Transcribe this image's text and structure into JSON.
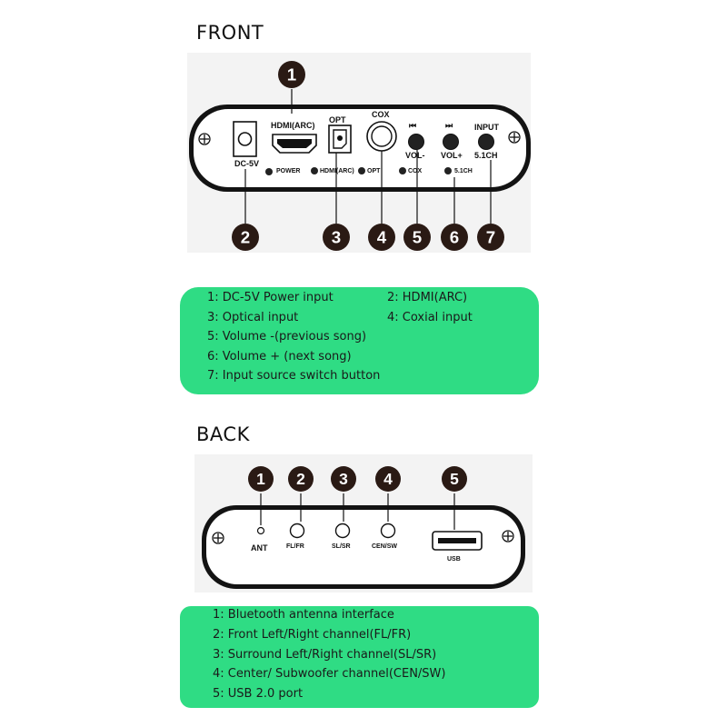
{
  "front": {
    "title": "FRONT",
    "labels": {
      "dc": "DC-5V",
      "hdmi": "HDMI(ARC)",
      "opt": "OPT",
      "cox": "COX",
      "prev_symbol": "⏮",
      "next_symbol": "⏭",
      "input": "INPUT",
      "vol_minus": "VOL-",
      "vol_plus": "VOL+",
      "ch51": "5.1CH",
      "led_power": "POWER",
      "led_hdmi": "HDMI(ARC)",
      "led_opt": "OPT",
      "led_cox": "COX",
      "led_51": "5.1CH"
    },
    "callouts": [
      "1",
      "2",
      "3",
      "4",
      "5",
      "6",
      "7"
    ],
    "legend": [
      "1: DC-5V Power input",
      "2: HDMI(ARC)",
      "3: Optical input",
      "4: Coxial input",
      "5: Volume -(previous song)",
      "6: Volume + (next song)",
      "7: Input source switch button"
    ]
  },
  "back": {
    "title": "BACK",
    "labels": {
      "ant": "ANT",
      "flfr": "FL/FR",
      "slsr": "SL/SR",
      "censw": "CEN/SW",
      "usb": "USB"
    },
    "callouts": [
      "1",
      "2",
      "3",
      "4",
      "5"
    ],
    "legend": [
      "1: Bluetooth antenna interface",
      "2: Front Left/Right channel(FL/FR)",
      "3: Surround Left/Right channel(SL/SR)",
      "4: Center/ Subwoofer channel(CEN/SW)",
      "5: USB 2.0 port"
    ]
  },
  "colors": {
    "legend_bg": "#2fdc84",
    "device_body": "#131313",
    "callout": "#2a1a14"
  }
}
